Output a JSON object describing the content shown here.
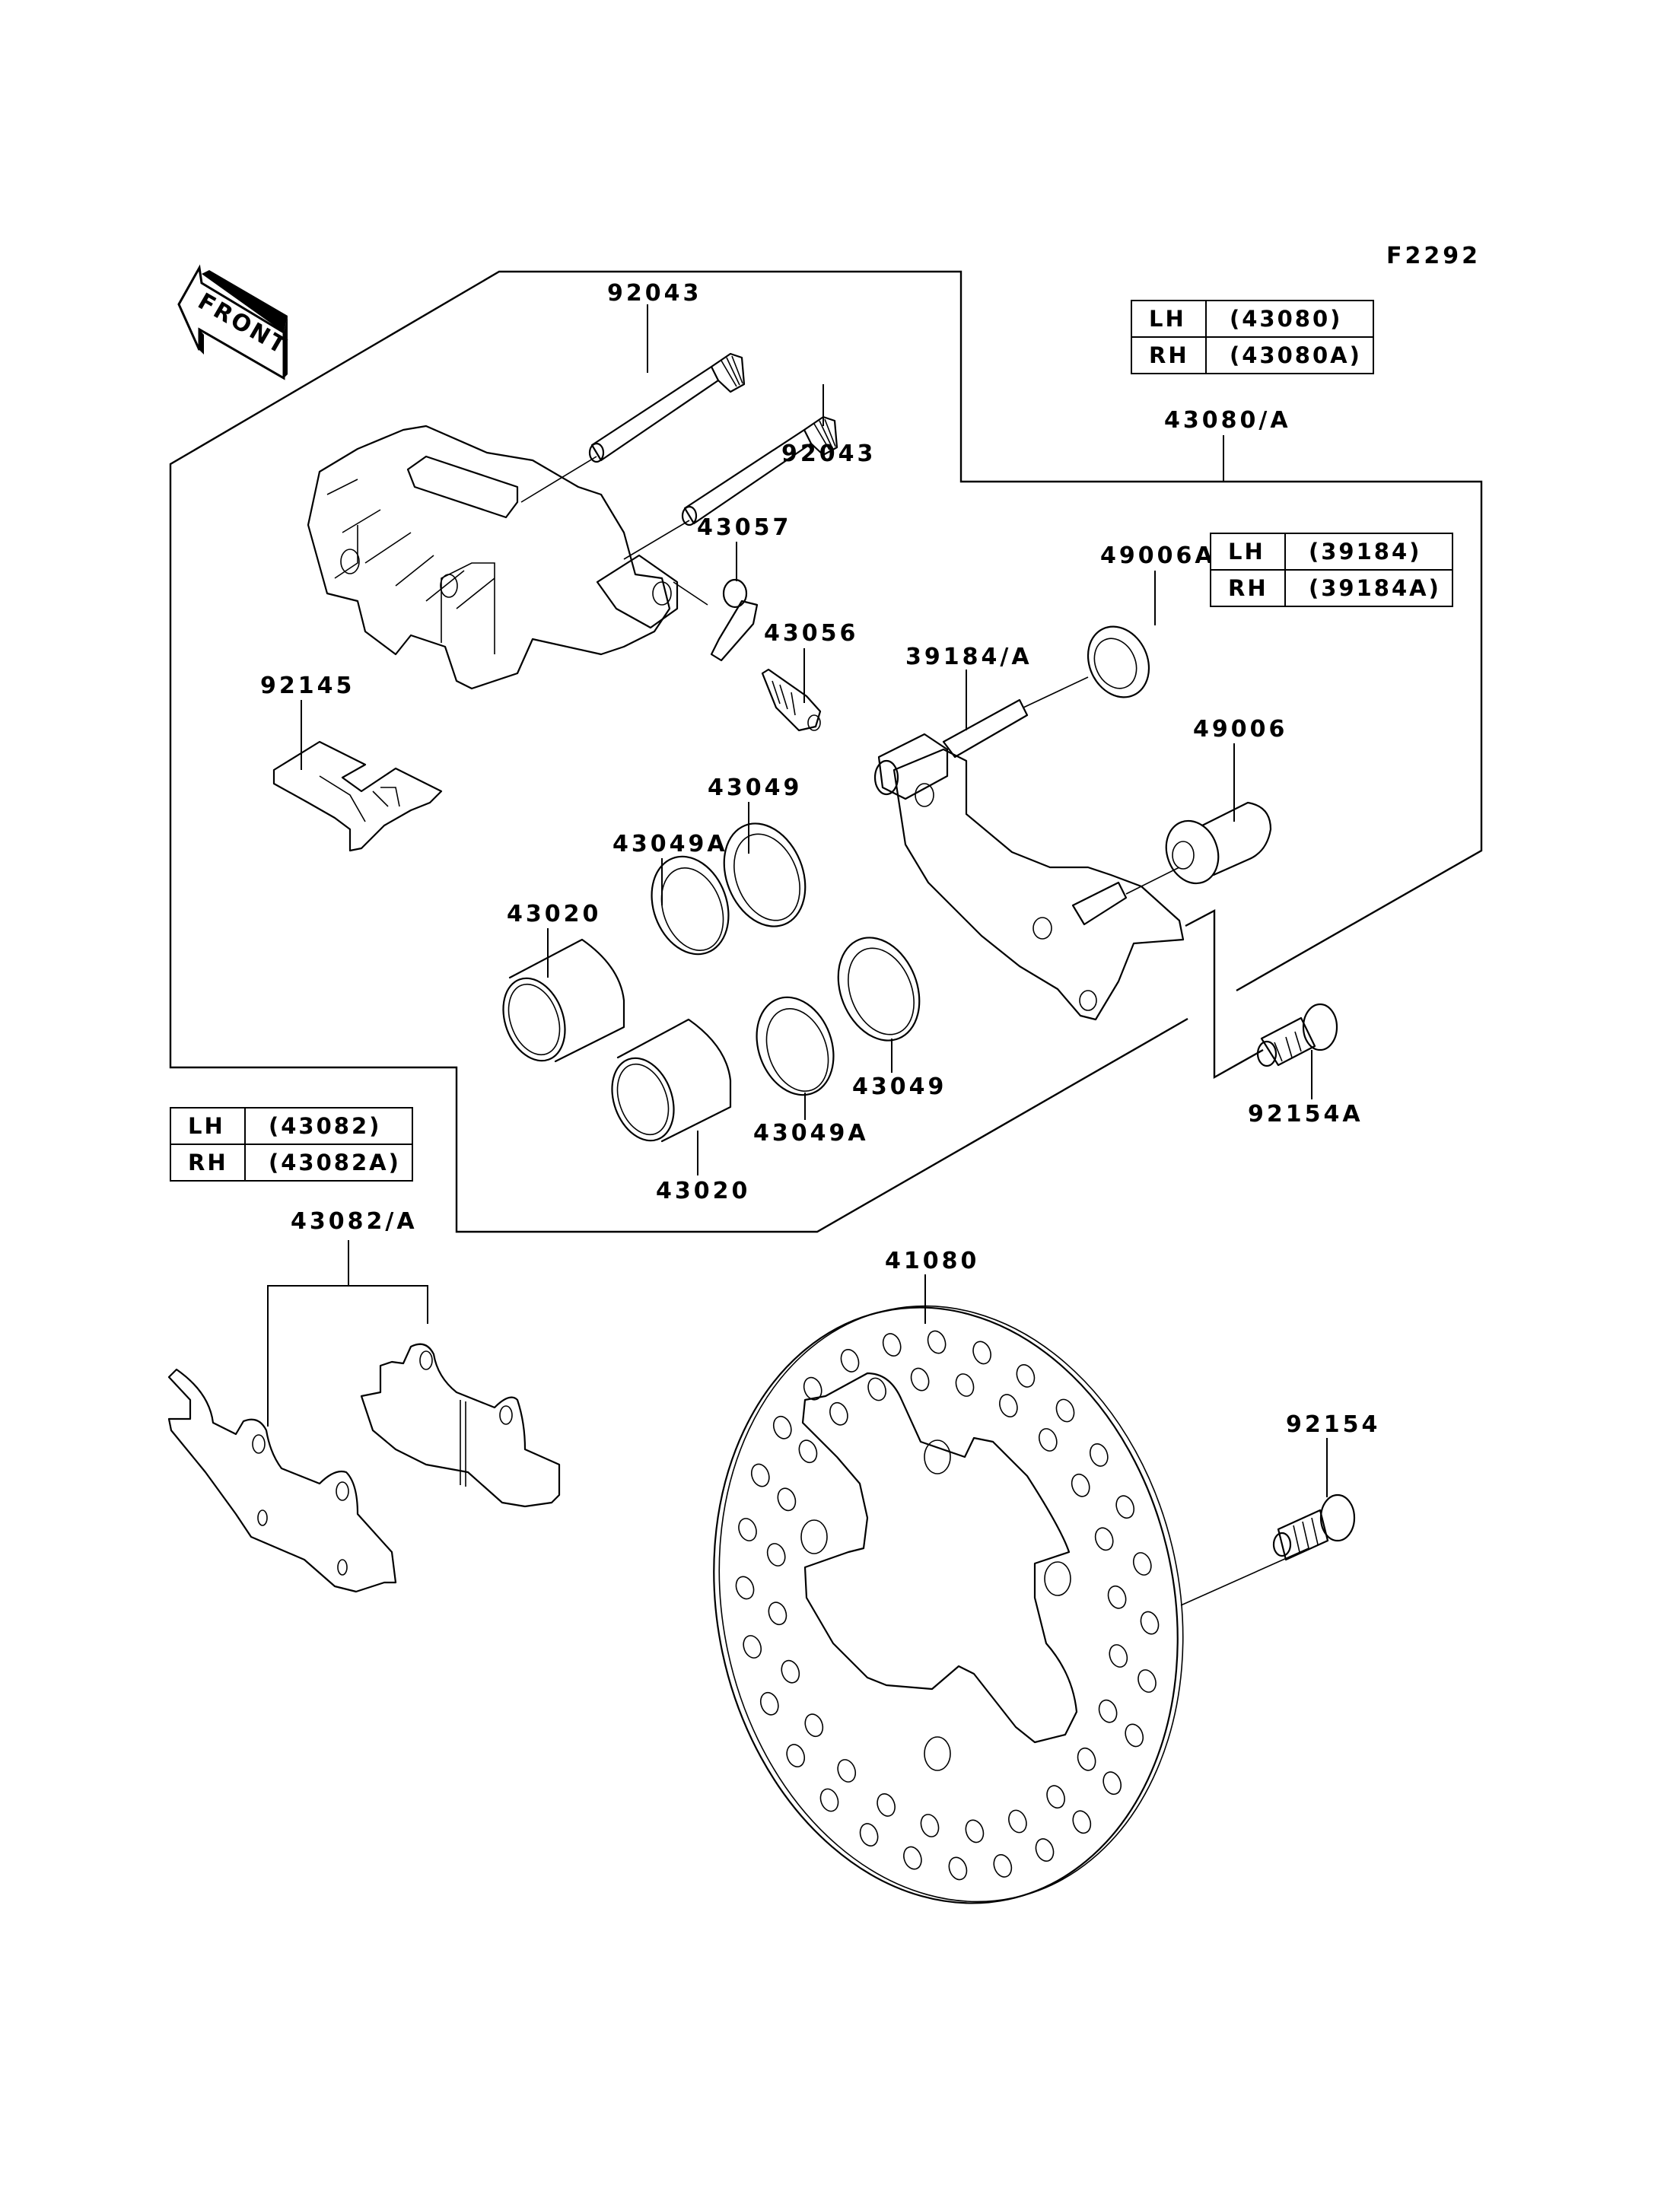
{
  "diagram": {
    "figure_id": "F2292",
    "direction_marker": "FRONT",
    "part_labels": {
      "p92043_upper": "92043",
      "p92043_lower": "92043",
      "p43080A": "43080/A",
      "p43057": "43057",
      "p43056": "43056",
      "p49006A": "49006A",
      "p39184A": "39184/A",
      "p49006": "49006",
      "p92145": "92145",
      "p43049_top": "43049",
      "p43049A_top": "43049A",
      "p43020_top": "43020",
      "p43049_right": "43049",
      "p43049A_bottom": "43049A",
      "p43020_bottom": "43020",
      "p92154A": "92154A",
      "p43082A": "43082/A",
      "p41080": "41080",
      "p92154": "92154"
    },
    "side_tables": [
      {
        "name": "caliper-assembly",
        "rows": [
          {
            "side": "LH",
            "part": "(43080)"
          },
          {
            "side": "RH",
            "part": "(43080A)"
          }
        ]
      },
      {
        "name": "bracket",
        "rows": [
          {
            "side": "LH",
            "part": "(39184)"
          },
          {
            "side": "RH",
            "part": "(39184A)"
          }
        ]
      },
      {
        "name": "brake-pads",
        "rows": [
          {
            "side": "LH",
            "part": "(43082)"
          },
          {
            "side": "RH",
            "part": "(43082A)"
          }
        ]
      }
    ]
  }
}
